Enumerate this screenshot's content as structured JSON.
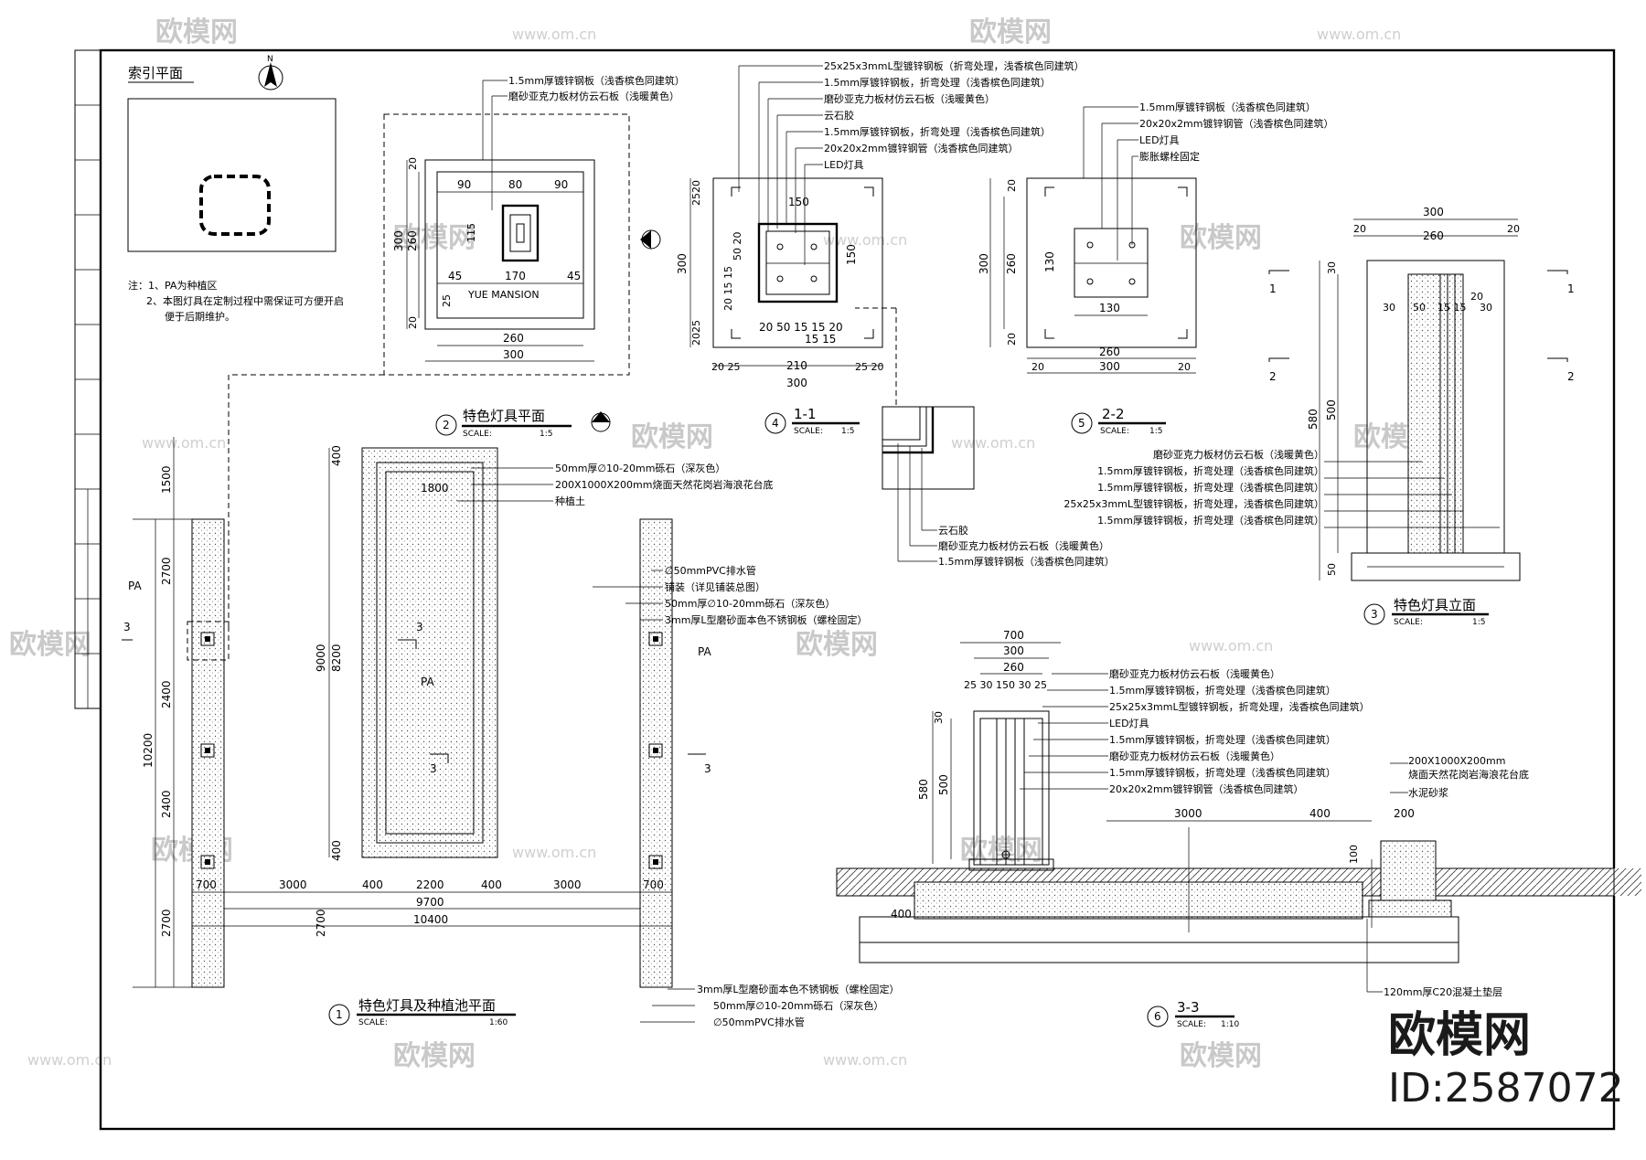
{
  "watermark": {
    "brand": "欧模网",
    "url": "www.om.cn",
    "big": "欧模网",
    "id": "ID:2587072"
  },
  "north": "N",
  "index_plan": {
    "title": "索引平面",
    "notes": [
      "注：1、PA为种植区",
      "2、本图灯具在定制过程中需保证可方便开启",
      "便于后期维护。"
    ]
  },
  "titles": {
    "t1": {
      "num": "1",
      "name": "特色灯具及种植池平面",
      "scale": "SCALE:",
      "ratio": "1:60"
    },
    "t2": {
      "num": "2",
      "name": "特色灯具平面",
      "scale": "SCALE:",
      "ratio": "1:5"
    },
    "t3": {
      "num": "3",
      "name": "特色灯具立面",
      "scale": "SCALE:",
      "ratio": "1:5"
    },
    "t4": {
      "num": "4",
      "name": "1-1",
      "scale": "SCALE:",
      "ratio": "1:5"
    },
    "t5": {
      "num": "5",
      "name": "2-2",
      "scale": "SCALE:",
      "ratio": "1:5"
    },
    "t6": {
      "num": "6",
      "name": "3-3",
      "scale": "SCALE:",
      "ratio": "1:10"
    }
  },
  "lamp_plan": {
    "labels": [
      "1.5mm厚镀锌钢板（浅香槟色同建筑）",
      "磨砂亚克力板材仿云石板（浅暖黄色）"
    ],
    "logo": "YUE  MANSION",
    "dims": {
      "a": "90",
      "b": "80",
      "c": "90",
      "d": "45",
      "e": "170",
      "f": "45",
      "w1": "260",
      "w2": "300",
      "h1": "300",
      "h2": "260",
      "h3": "20",
      "h4": "20",
      "h5": "115",
      "h6": "25"
    }
  },
  "sec11": {
    "labels": [
      "25x25x3mmL型镀锌钢板（折弯处理，浅香槟色同建筑）",
      "1.5mm厚镀锌钢板，折弯处理（浅香槟色同建筑）",
      "磨砂亚克力板材仿云石板（浅暖黄色）",
      "云石胶",
      "1.5mm厚镀锌钢板，折弯处理（浅香槟色同建筑）",
      "20x20x2mm镀锌钢管（浅香槟色同建筑）",
      "LED灯具"
    ],
    "dims": {
      "top": "150",
      "left": "300",
      "lt": "2520",
      "lb": "2025",
      "right": "150",
      "b1": "20 50 15 15 20",
      "b2": "15 15",
      "b3": "210",
      "b4": "20 25",
      "b5": "25 20",
      "b6": "300",
      "l1": "20 15 15",
      "l2": "50 20"
    }
  },
  "detail": {
    "labels": [
      "云石胶",
      "磨砂亚克力板材仿云石板（浅暖黄色）",
      "1.5mm厚镀锌钢板（浅香槟色同建筑）"
    ]
  },
  "sec22": {
    "labels": [
      "1.5mm厚镀锌钢板（浅香槟色同建筑）",
      "20x20x2mm镀锌钢管（浅香槟色同建筑）",
      "LED灯具",
      "膨胀螺栓固定"
    ],
    "dims": {
      "h1": "300",
      "h2": "260",
      "h3": "20",
      "h4": "20",
      "i1": "130",
      "i2": "130",
      "w1": "260",
      "w2": "300",
      "w3": "20",
      "w4": "20"
    }
  },
  "elev": {
    "labels": [
      "磨砂亚克力板材仿云石板（浅暖黄色）",
      "1.5mm厚镀锌钢板，折弯处理（浅香槟色同建筑）",
      "1.5mm厚镀锌钢板，折弯处理（浅香槟色同建筑）",
      "25x25x3mmL型镀锌钢板，折弯处理，浅香槟色同建筑）",
      "1.5mm厚镀锌钢板，折弯处理（浅香槟色同建筑）"
    ],
    "dims": {
      "w1": "300",
      "w2": "260",
      "e1": "20",
      "e2": "20",
      "top": "30",
      "in": "30",
      "in2": "50",
      "in3": "15 15",
      "in4": "20",
      "in5": "30",
      "in6": "20",
      "h1": "580",
      "h2": "500",
      "h3": "50",
      "s1": "1",
      "s2": "1",
      "s3": "2",
      "s4": "2"
    }
  },
  "plan1": {
    "pool_labels": [
      "50mm厚∅10-20mm砾石（深灰色）",
      "200X1000X200mm烧面天然花岗岩海浪花台底",
      "种植土"
    ],
    "right_labels": [
      "∅50mmPVC排水管",
      "铺装（详见铺装总图）",
      "50mm厚∅10-20mm砾石（深灰色）",
      "3mm厚L型磨砂面本色不锈钢板（螺栓固定）"
    ],
    "bottom_labels": [
      "3mm厚L型磨砂面本色不锈钢板（螺栓固定）",
      "50mm厚∅10-20mm砾石（深灰色）",
      "∅50mmPVC排水管"
    ],
    "pa": "PA",
    "sec": "3",
    "dims": {
      "v1": "1500",
      "v2": "2700",
      "v3": "2400",
      "v4": "2400",
      "v5": "2700",
      "v6": "10200",
      "p1": "400",
      "p2": "8200",
      "p3": "400",
      "p4": "9000",
      "p5": "1800",
      "b1": "700",
      "b2": "3000",
      "b3": "400",
      "b4": "2200",
      "b5": "400",
      "b6": "3000",
      "b7": "700",
      "b8": "9700",
      "b9": "10400",
      "b10": "2700"
    }
  },
  "sec33": {
    "labels": [
      "磨砂亚克力板材仿云石板（浅暖黄色）",
      "1.5mm厚镀锌钢板，折弯处理（浅香槟色同建筑）",
      "25x25x3mmL型镀锌钢板，折弯处理，浅香槟色同建筑）",
      "LED灯具",
      "1.5mm厚镀锌钢板，折弯处理（浅香槟色同建筑）",
      "磨砂亚克力板材仿云石板（浅暖黄色）",
      "1.5mm厚镀锌钢板，折弯处理（浅香槟色同建筑）",
      "20x20x2mm镀锌钢管（浅香槟色同建筑）"
    ],
    "right_labels": [
      "200X1000X200mm",
      "烧面天然花岗岩海浪花台底",
      "水泥砂浆"
    ],
    "bottom_label": "120mm厚C20混凝土垫层",
    "dims": {
      "w1": "700",
      "w2": "300",
      "w3": "260",
      "w4": "25 30 150 30 25",
      "h1": "30",
      "h2": "580",
      "h3": "500",
      "f1": "400",
      "r1": "3000",
      "r2": "400",
      "r3": "200",
      "r4": "100"
    }
  }
}
